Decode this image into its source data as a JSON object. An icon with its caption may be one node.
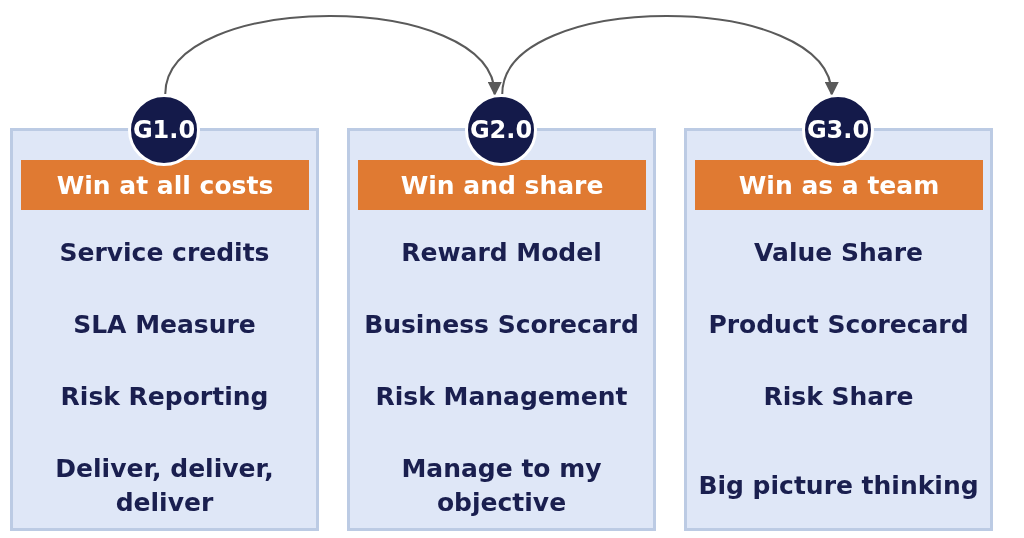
{
  "diagram": {
    "nodes": [
      {
        "text": [
          "G1.0"
        ]
      },
      {
        "text": [
          "Service credits",
          "SLA Measure",
          "Risk Reporting",
          "Deliver, deliver, deliver"
        ]
      },
      {
        "text": [
          "Win at all costs"
        ],
        "in": 1
      },
      {
        "text": [
          "G2.0"
        ]
      },
      {
        "text": [
          "Reward Model",
          "Business Scorecard",
          "Risk Management",
          "Manage to my objective"
        ]
      },
      {
        "text": [
          "Win and share"
        ],
        "in": 4
      },
      {
        "text": [
          "G3.0"
        ]
      },
      {
        "text": [
          "Value Share",
          "Product Scorecard",
          "Risk Share",
          "Big picture thinking"
        ]
      },
      {
        "text": [
          "Win as a team"
        ],
        "in": 7
      }
    ],
    "edges": [
      {
        "from": 0,
        "to": 3,
        "arrow": "to"
      },
      {
        "from": 3,
        "to": 6,
        "arrow": "to"
      }
    ]
  }
}
